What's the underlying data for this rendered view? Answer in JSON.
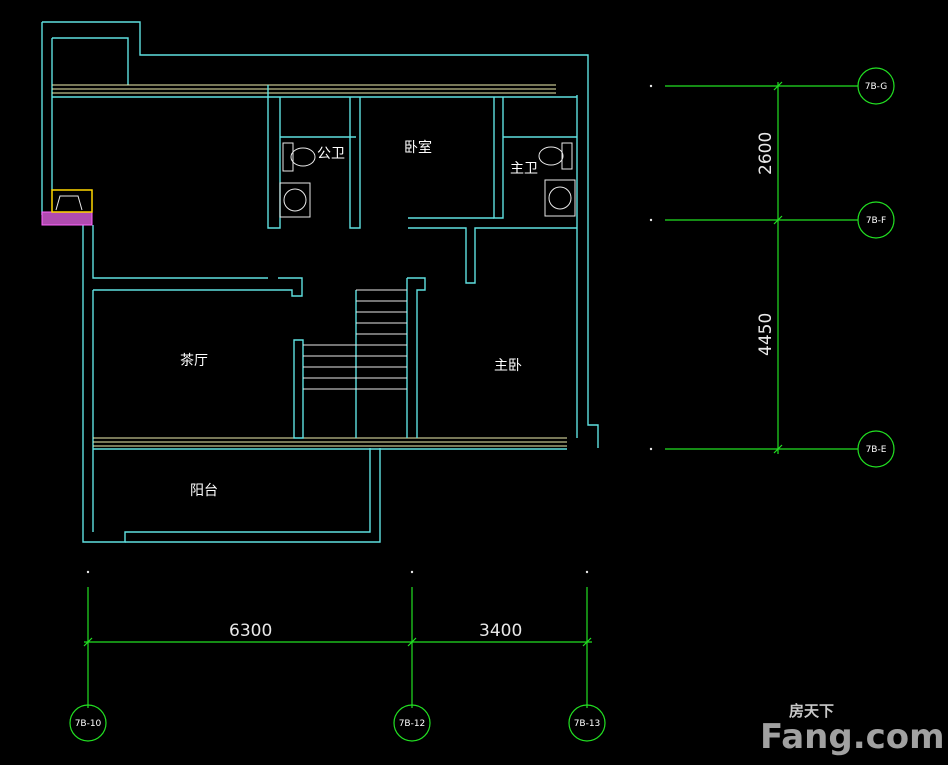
{
  "rooms": {
    "public_bath": "公卫",
    "bedroom": "卧室",
    "master_bath": "主卫",
    "tea_room": "茶厅",
    "master_bedroom": "主卧",
    "balcony": "阳台"
  },
  "dimensions": {
    "horizontal": [
      "6300",
      "3400"
    ],
    "vertical": [
      "2600",
      "4450"
    ]
  },
  "axes": {
    "bottom": [
      "7B-10",
      "7B-12",
      "7B-13"
    ],
    "right": [
      "7B-G",
      "7B-F",
      "7B-E"
    ]
  },
  "watermark": {
    "brand_cn": "房天下",
    "brand_en": "Fang.com"
  },
  "colors": {
    "walls": "#5fe0e0",
    "dimension_lines": "#22e022",
    "text": "#ffffff",
    "background": "#000000"
  }
}
